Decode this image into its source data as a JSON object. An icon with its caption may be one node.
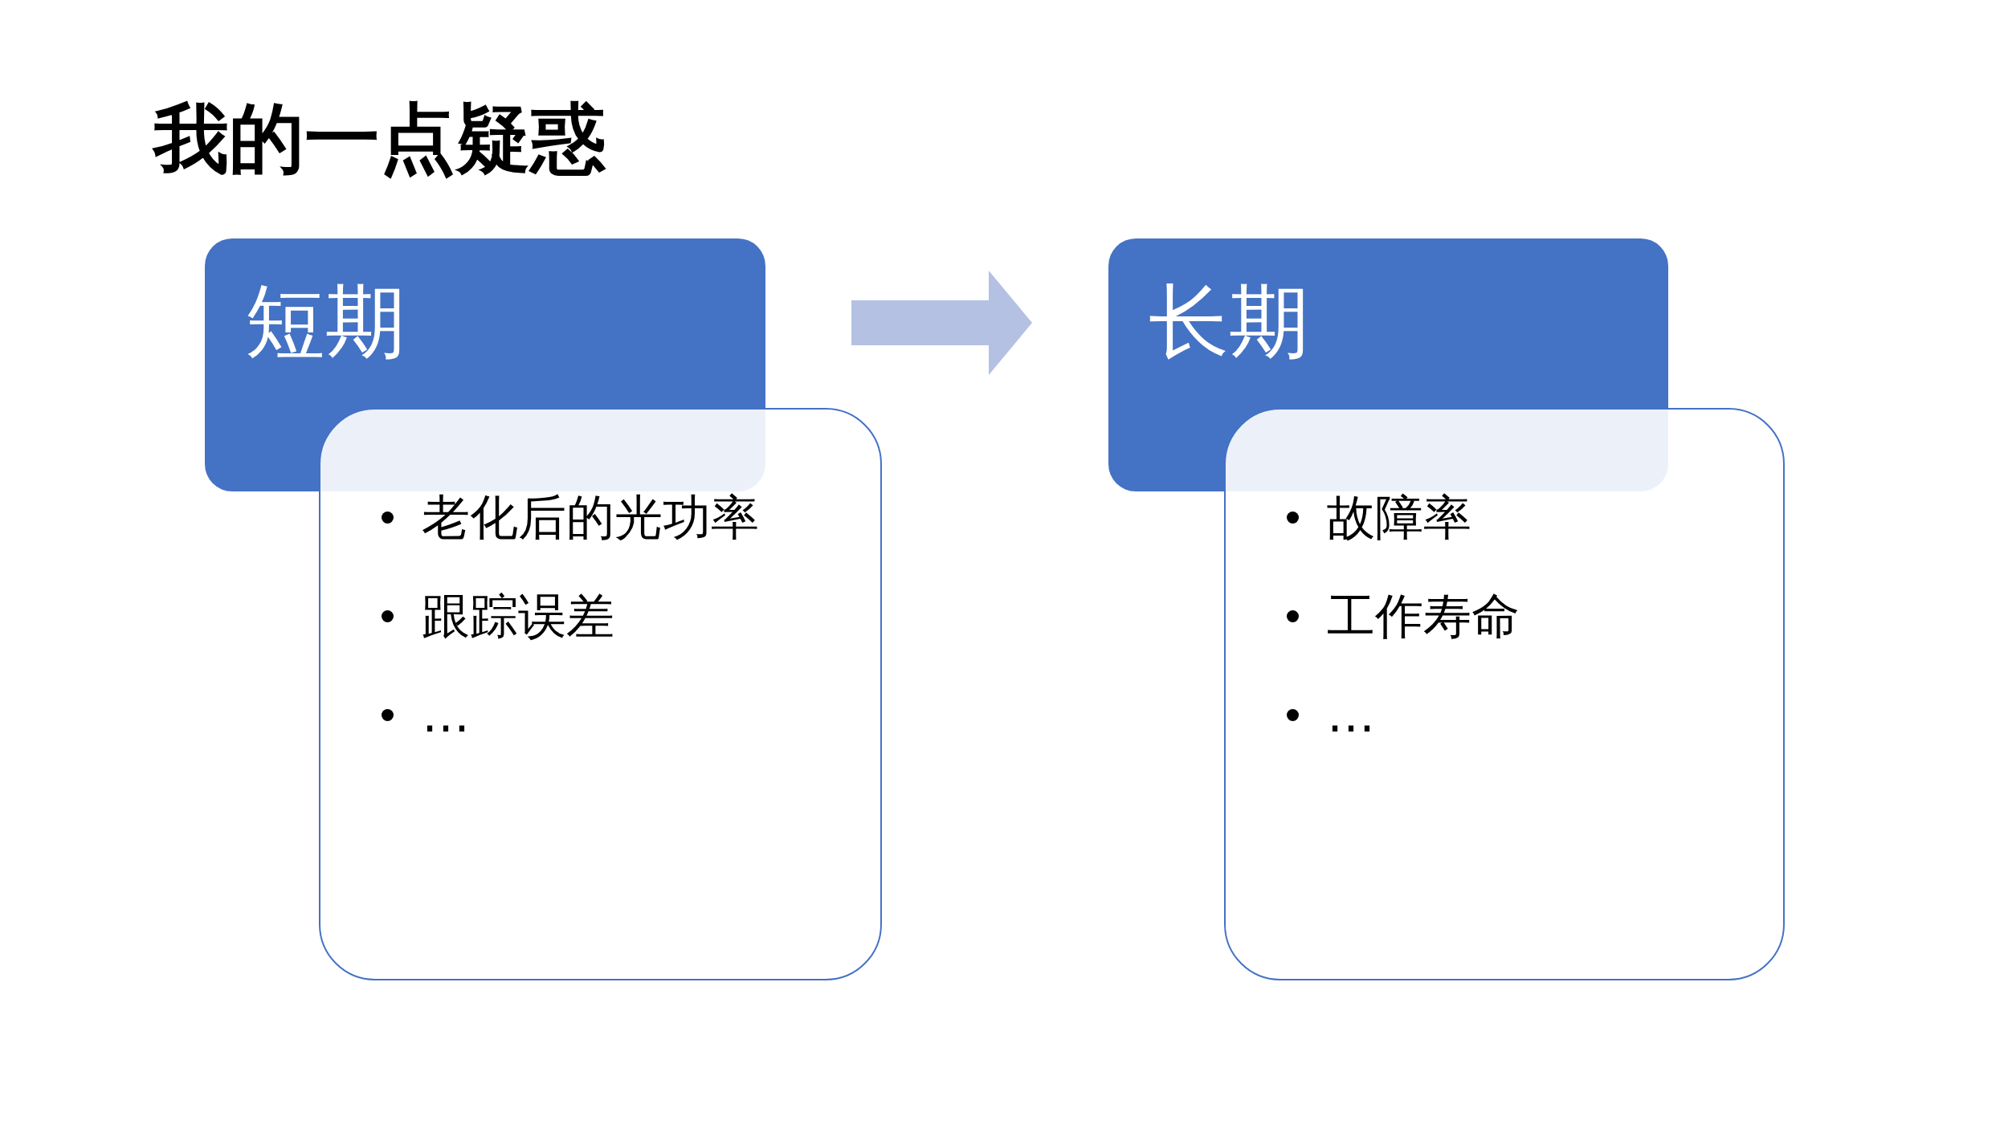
{
  "diagram": {
    "title": "我的一点疑惑",
    "nodes": [
      {
        "text": [
          "短期"
        ]
      },
      {
        "text": [
          "老化后的光功率",
          "跟踪误差",
          "…"
        ]
      },
      {
        "text": [
          "长期"
        ]
      },
      {
        "text": [
          "故障率",
          "工作寿命",
          "…"
        ]
      }
    ],
    "edges": [
      {
        "from": 0,
        "to": 2,
        "arrow": "to",
        "style": "thick",
        "color": "#b4c1e3"
      }
    ]
  }
}
